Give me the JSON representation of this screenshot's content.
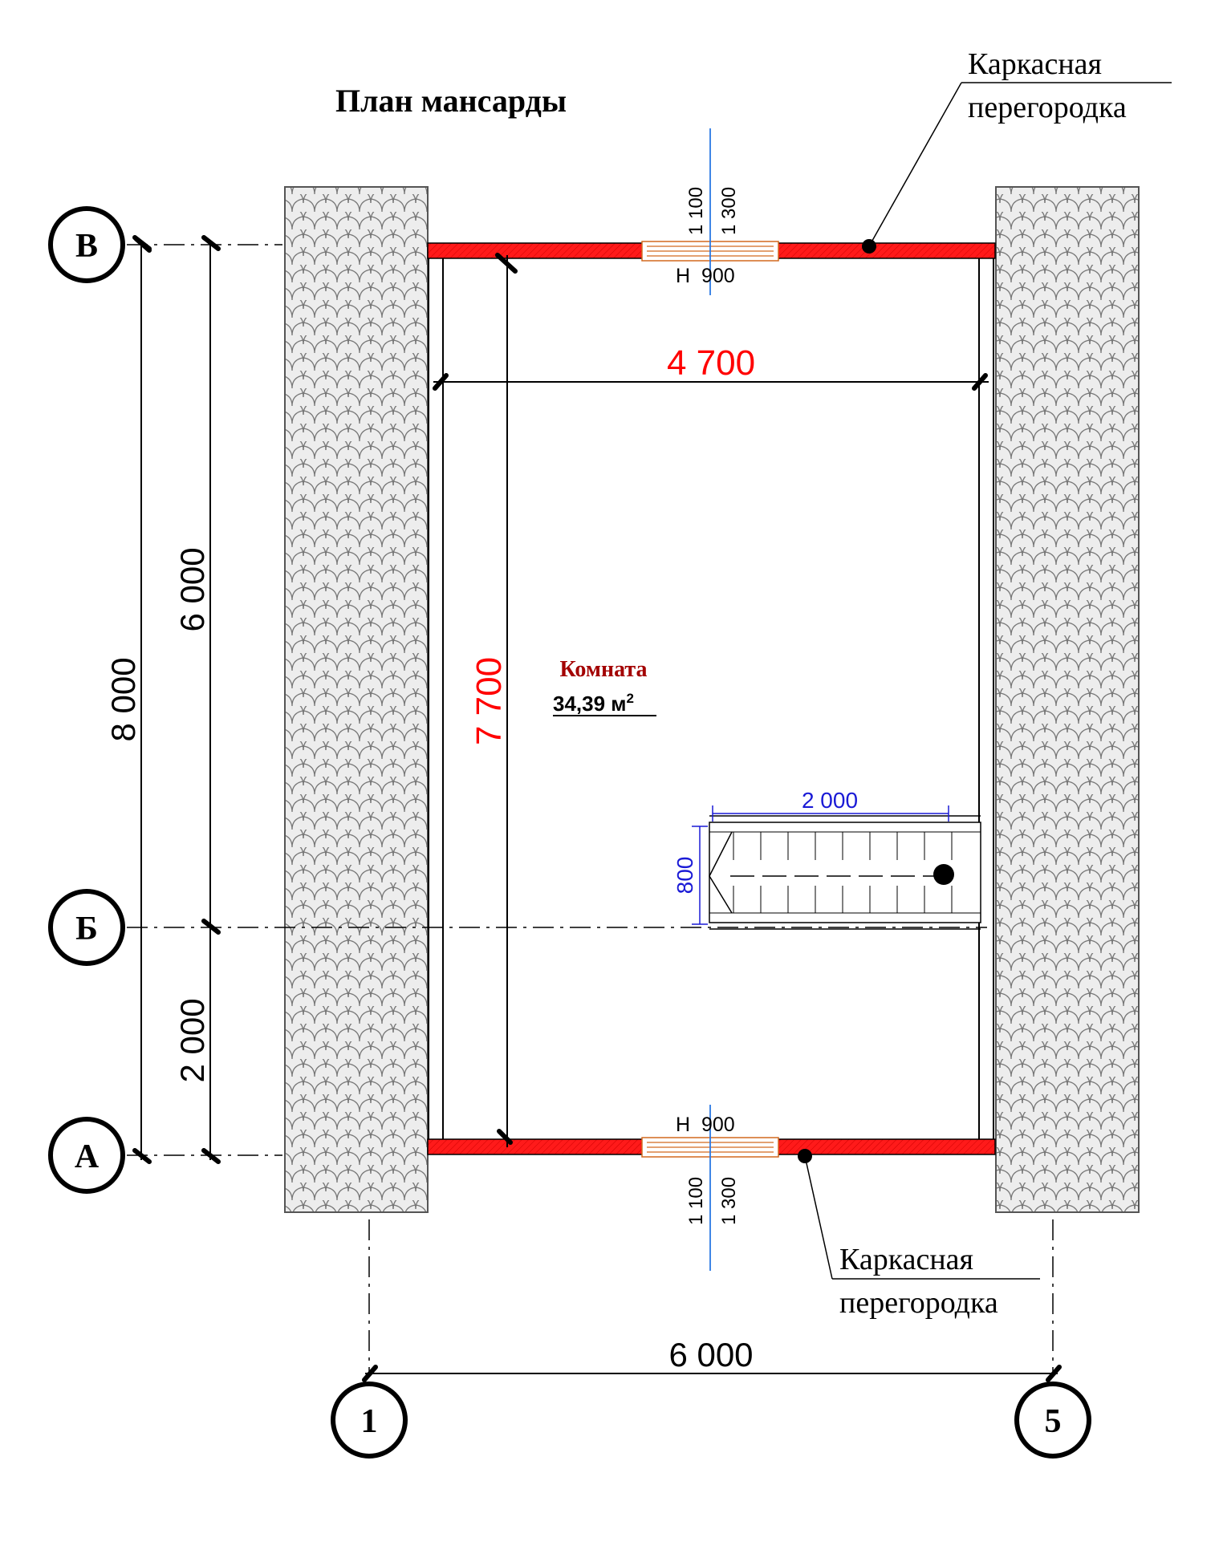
{
  "title": "План мансарды",
  "axes": {
    "rows": [
      "В",
      "Б",
      "А"
    ],
    "columns": [
      "1",
      "5"
    ]
  },
  "dimensions": {
    "total_height": "8 000",
    "height_upper": "6 000",
    "height_lower": "2 000",
    "total_width": "6 000",
    "inner_width": "4 700",
    "inner_height": "7 700"
  },
  "windows": {
    "top": {
      "width": "1 100",
      "width2": "1 300",
      "sill": "Н  900"
    },
    "bottom": {
      "width": "1 100",
      "width2": "1 300",
      "sill": "Н  900"
    }
  },
  "stair": {
    "length": "2 000",
    "width": "800"
  },
  "room": {
    "name": "Комната",
    "area": "34,39 м",
    "area_unit_sup": "2"
  },
  "leaders": {
    "top": {
      "line1": "Каркасная",
      "line2": "перегородка"
    },
    "bottom": {
      "line1": "Каркасная",
      "line2": "перегородка"
    }
  },
  "colors": {
    "wall_red": "#ff1a1a",
    "dim_red": "#ff0000",
    "stair_blue": "#1a1ad6",
    "room_label": "#a30000"
  }
}
